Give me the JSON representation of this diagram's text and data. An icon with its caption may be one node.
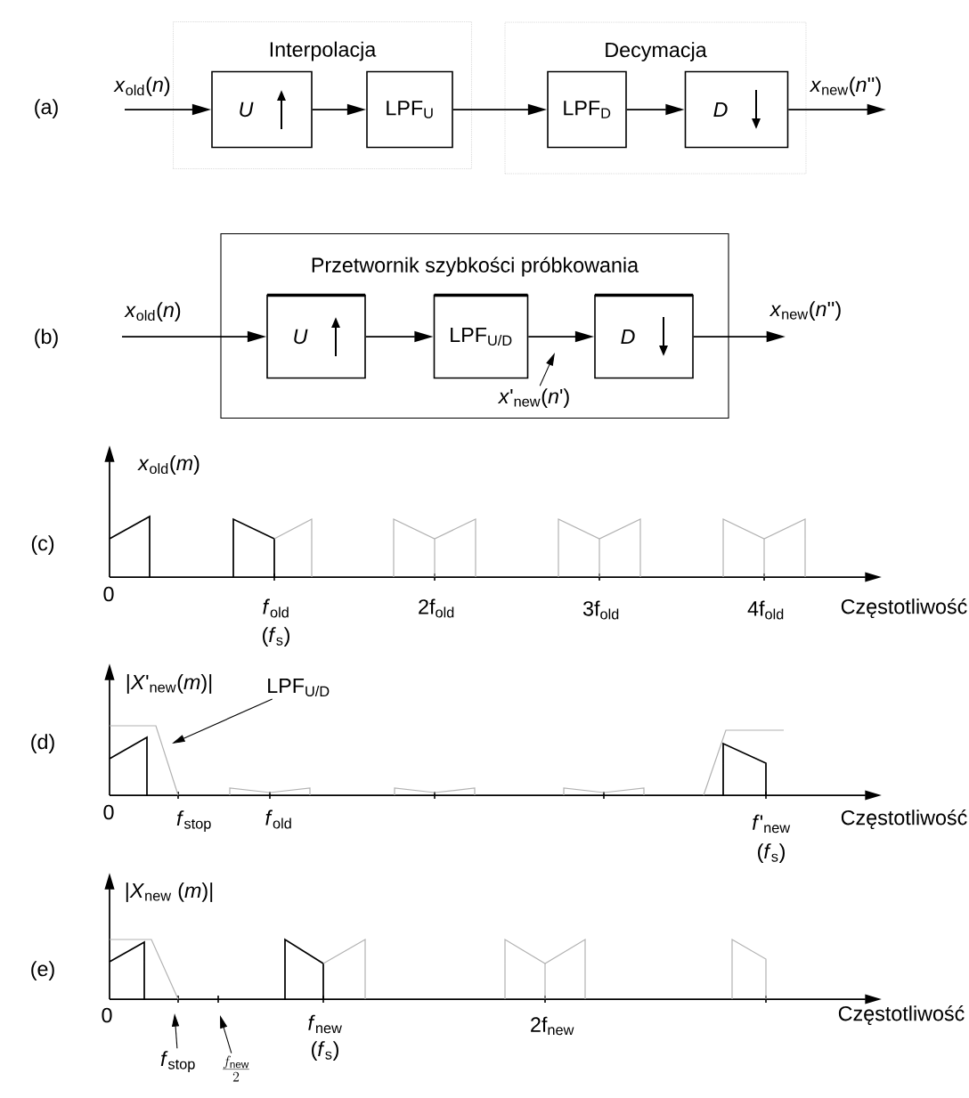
{
  "diagram": {
    "nodes": [
      {
        "text": [
          "Interpolacja"
        ]
      },
      {
        "text": [
          "U"
        ],
        "in": 0
      },
      {
        "text": [
          "LPF$_{U}$"
        ],
        "in": 0
      },
      {
        "text": [
          "Decymacja"
        ]
      },
      {
        "text": [
          "LPF$_{D}$"
        ],
        "in": 3
      },
      {
        "text": [
          "D"
        ],
        "in": 3
      },
      {
        "text": [
          "Przetwornik szybkości próbkowania"
        ]
      },
      {
        "text": [
          "U"
        ],
        "in": 6
      },
      {
        "text": [
          "LPF$_{U/D}$"
        ],
        "in": 6
      },
      {
        "text": [
          "D"
        ],
        "in": 6
      },
      {
        "text": [
          "*x*'$_{new}$(*n*')"
        ],
        "in": 6
      },
      {
        "text": [
          "LPF$_{U/D}$"
        ]
      },
      {
        "text": [
          "*f*$_{stop}$"
        ]
      },
      {
        "text": [
          "\\frac{f_{\\mathrm{new}}}{2}"
        ]
      }
    ],
    "edges": [
      {
        "from": null,
        "to": 1,
        "arrow": "to",
        "label": "*x*$_{old}$(*n*)"
      },
      {
        "from": 1,
        "to": 2,
        "arrow": "to"
      },
      {
        "from": 2,
        "to": 4,
        "arrow": "to"
      },
      {
        "from": 4,
        "to": 5,
        "arrow": "to"
      },
      {
        "from": 5,
        "to": null,
        "arrow": "to",
        "label": "*x*$_{new}$(*n*'')"
      },
      {
        "from": null,
        "to": 7,
        "arrow": "to",
        "label": "*x*$_{old}$(*n*)"
      },
      {
        "from": 7,
        "to": 8,
        "arrow": "to"
      },
      {
        "from": 8,
        "to": 9,
        "arrow": "to"
      },
      {
        "from": 9,
        "to": null,
        "arrow": "to",
        "label": "*x*$_{new}$(*n*'')"
      },
      {
        "from": 10,
        "to": null,
        "arrow": "to"
      },
      {
        "from": 11,
        "to": null,
        "arrow": "to"
      },
      {
        "from": 12,
        "to": null,
        "arrow": "to"
      },
      {
        "from": 13,
        "to": null,
        "arrow": "to"
      }
    ],
    "labels": [
      "(a)",
      "(b)",
      "(c)",
      "*x*$_{old}$(*m*)",
      "0",
      "*f*$_{old}$",
      "(*f*$_{s}$)",
      "2f$_{old}$",
      "3f$_{old}$",
      "4f$_{old}$",
      "Częstotliwość",
      "(d)",
      "|*X*'$_{new}$(*m*)|",
      "0",
      "*f*$_{stop}$",
      "*f*$_{old}$",
      "*f*'$_{new}$",
      "(*f*$_{s}$)",
      "Częstotliwość",
      "(e)",
      "|*X*$_{new}$ (*m*)|",
      "0",
      "*f*$_{new}$",
      "(*f*$_{s}$)",
      "2f$_{new}$",
      "Częstotliwość"
    ]
  }
}
